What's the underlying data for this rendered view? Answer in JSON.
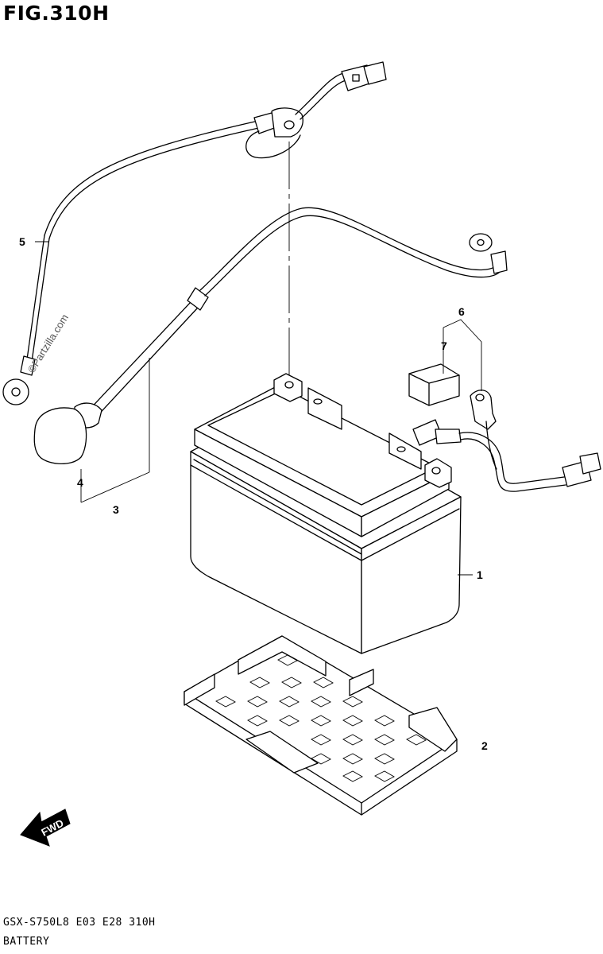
{
  "figure": {
    "title": "FIG.310H",
    "model_code": "GSX-S750L8  E03  E28  310H",
    "section_name": "BATTERY"
  },
  "watermark": "©Partzilla.com",
  "fwd_label": "FWD",
  "parts": [
    {
      "id": "part-1",
      "number": "1"
    },
    {
      "id": "part-2",
      "number": "2"
    },
    {
      "id": "part-3",
      "number": "3"
    },
    {
      "id": "part-4",
      "number": "4"
    },
    {
      "id": "part-5",
      "number": "5"
    },
    {
      "id": "part-6",
      "number": "6"
    },
    {
      "id": "part-7",
      "number": "7"
    }
  ],
  "colors": {
    "line": "#000000",
    "background": "#ffffff"
  }
}
